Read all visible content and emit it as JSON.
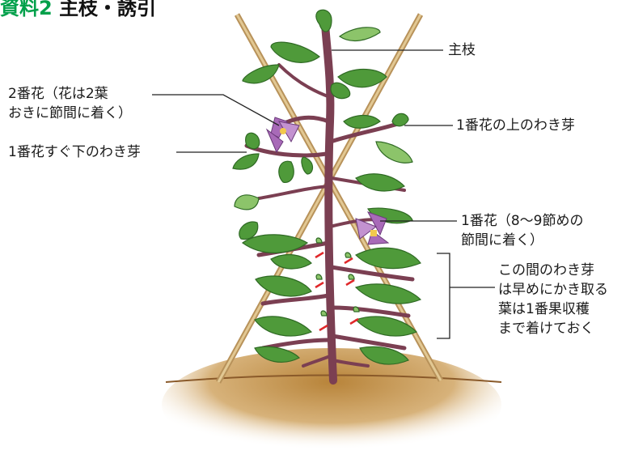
{
  "title": {
    "tag": "資料2",
    "text": "主枝・誘引"
  },
  "labels": {
    "main_branch": "主枝",
    "second_flower_line1": "2番花（花は2葉",
    "second_flower_line2": "おきに節間に着く）",
    "bud_above_first": "1番花の上のわき芽",
    "bud_below_first": "1番花すぐ下のわき芽",
    "first_flower_line1": "1番花（8〜9節めの",
    "first_flower_line2": "節間に着く）",
    "note_line1": "この間のわき芽",
    "note_line2": "は早めにかき取る",
    "note_line3": "葉は1番果収穫",
    "note_line4": "まで着けておく"
  },
  "colors": {
    "leaf": "#4f9a3a",
    "leaf_dark": "#2f6a24",
    "leaf_light": "#8cc46a",
    "stem": "#7b3f52",
    "pole": "#d4b57a",
    "flower": "#a86ab8",
    "soil": "#b8843a",
    "cut_mark": "#e0282a",
    "title_tag": "#00a04a"
  }
}
